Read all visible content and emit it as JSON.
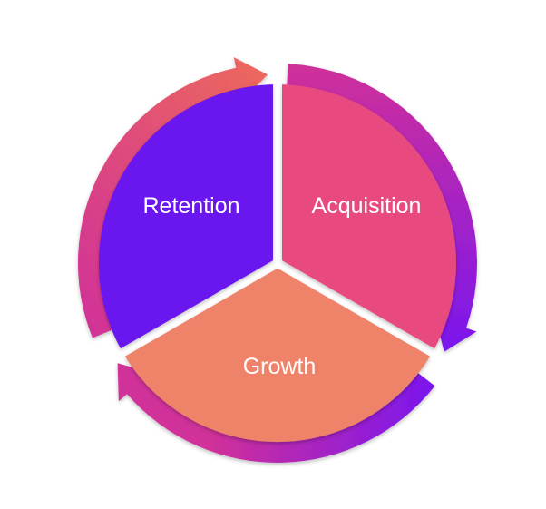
{
  "diagram": {
    "type": "cycle",
    "segments": [
      {
        "id": "retention",
        "label": "Retention",
        "color": "#6b12ee"
      },
      {
        "id": "acquisition",
        "label": "Acquisition",
        "color": "#e84a7f"
      },
      {
        "id": "growth",
        "label": "Growth",
        "color": "#ef836b"
      }
    ],
    "arrow_gradient": {
      "from": "#ee6a5a",
      "via": "#d0309a",
      "to": "#7a16ee"
    }
  }
}
